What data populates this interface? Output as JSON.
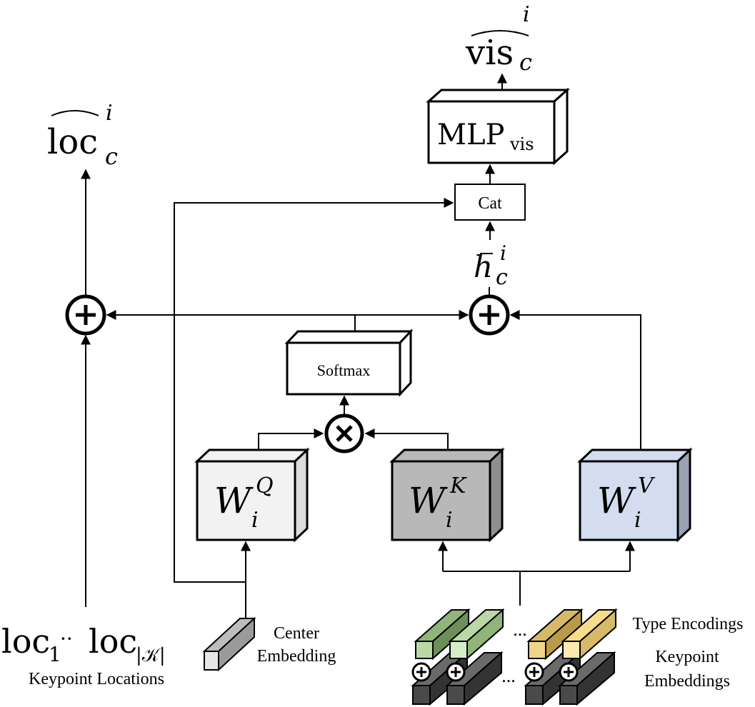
{
  "output_vis": {
    "base": "vis",
    "sub": "c",
    "sup": "i"
  },
  "output_loc": {
    "base": "loc",
    "sub": "c",
    "sup": "i"
  },
  "mlp": {
    "base": "MLP",
    "sub": "vis"
  },
  "cat_label": "Cat",
  "hidden": {
    "base": "h",
    "sub": "c",
    "sup": "i"
  },
  "softmax_label": "Softmax",
  "weights": [
    {
      "base": "W",
      "sub": "i",
      "sup": "Q",
      "color": "#f2f2f2"
    },
    {
      "base": "W",
      "sub": "i",
      "sup": "K",
      "color": "#b8b8b8"
    },
    {
      "base": "W",
      "sub": "i",
      "sup": "V",
      "color": "#d3ddef"
    }
  ],
  "loc_inputs": {
    "first": "loc",
    "first_sub": "1",
    "dots": "··",
    "last": "loc",
    "last_sub": "|𝒦|"
  },
  "labels": {
    "keypoint_locations": "Keypoint Locations",
    "center_line1": "Center",
    "center_line2": "Embedding",
    "type_encodings": "Type Encodings",
    "keypoint_line1": "Keypoint",
    "keypoint_line2": "Embeddings",
    "ellipsis": "..."
  },
  "colors": {
    "type_green": "#b9d8a6",
    "type_yellow": "#f7dc8c",
    "embed_dark": "#4a4a4a",
    "center_embed": "#e6e6e6"
  }
}
